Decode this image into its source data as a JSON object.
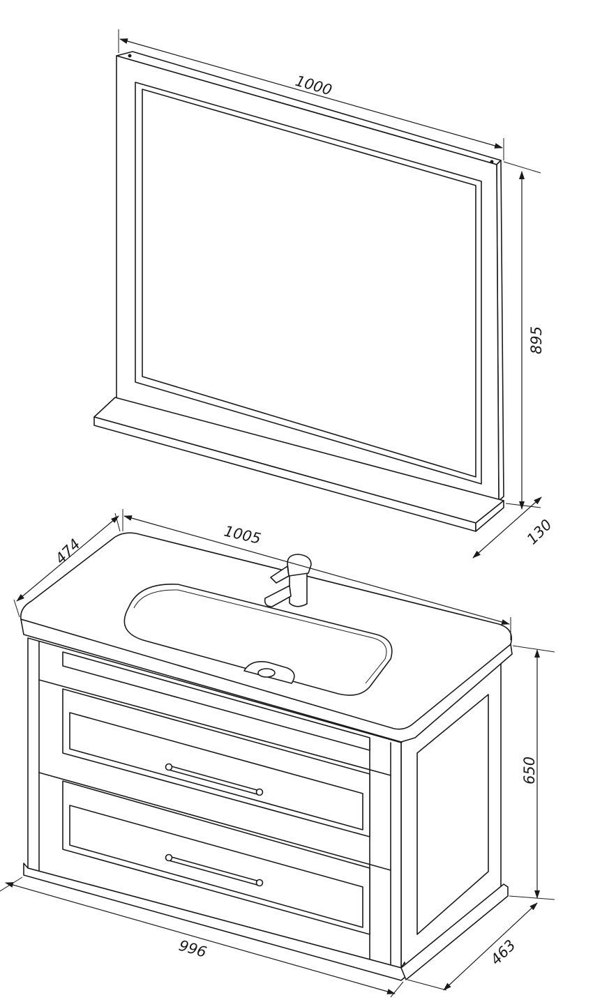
{
  "dimensions": {
    "mirror_width": "1000",
    "mirror_height": "895",
    "mirror_depth": "130",
    "countertop_width": "1005",
    "countertop_depth": "474",
    "cabinet_height": "650",
    "cabinet_width": "996",
    "cabinet_depth": "463"
  },
  "colors": {
    "line": "#1a1a1a",
    "background": "#ffffff"
  }
}
